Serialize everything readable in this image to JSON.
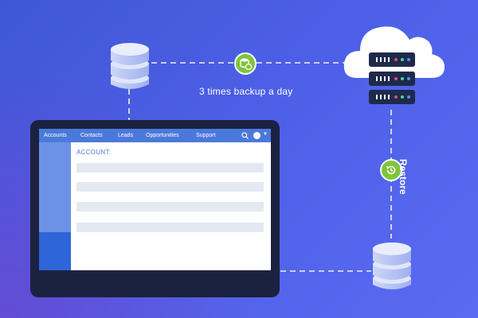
{
  "caption": {
    "backup": "3 times backup a day",
    "restore": "Restore"
  },
  "app": {
    "nav": [
      "Accounts",
      "Contacts",
      "Leads",
      "Opportunities",
      "Support"
    ],
    "account_title": "ACCOUNT:"
  },
  "colors": {
    "accent_green": "#7ec53c",
    "nav_blue": "#4b79db",
    "device_dark": "#1b2240",
    "server_dark": "#1e2a4a",
    "server_dot_red": "#e84a7a",
    "server_dot_green": "#3ddc9c",
    "server_dot_blue": "#5a8cff"
  },
  "icons": {
    "database": "database-icon",
    "cloud": "cloud-icon",
    "server": "server-icon",
    "backup_badge": "database-sync-icon",
    "restore_badge": "restore-icon",
    "search": "search-icon",
    "avatar": "avatar-icon"
  }
}
